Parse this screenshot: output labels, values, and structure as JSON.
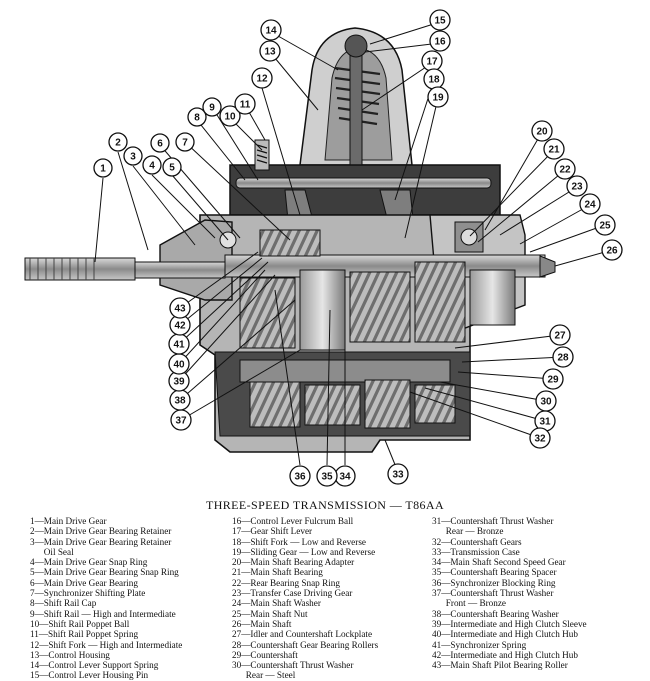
{
  "caption": "THREE-SPEED TRANSMISSION — T86AA",
  "legend": [
    [
      "1—Main Drive Gear",
      "2—Main Drive Gear Bearing Retainer",
      "3—Main Drive Gear Bearing Retainer\n      Oil Seal",
      "4—Main Drive Gear Snap Ring",
      "5—Main Drive Gear Bearing Snap Ring",
      "6—Main Drive Gear Bearing",
      "7—Synchronizer Shifting Plate",
      "8—Shift Rail Cap",
      "9—Shift Rail — High and Intermediate",
      "10—Shift Rail Poppet Ball",
      "11—Shift Rail Poppet Spring",
      "12—Shift Fork — High and Intermediate",
      "13—Control Housing",
      "14—Control Lever Support Spring",
      "15—Control Lever Housing Pin"
    ],
    [
      "16—Control Lever Fulcrum Ball",
      "17—Gear Shift Lever",
      "18—Shift Fork — Low and Reverse",
      "19—Sliding Gear — Low and Reverse",
      "20—Main Shaft Bearing Adapter",
      "21—Main Shaft Bearing",
      "22—Rear Bearing Snap Ring",
      "23—Transfer Case Driving Gear",
      "24—Main Shaft Washer",
      "25—Main Shaft Nut",
      "26—Main Shaft",
      "27—Idler and Countershaft Lockplate",
      "28—Countershaft Gear Bearing Rollers",
      "29—Countershaft",
      "30—Countershaft Thrust Washer\n      Rear — Steel"
    ],
    [
      "31—Countershaft Thrust Washer\n      Rear — Bronze",
      "32—Countershaft Gears",
      "33—Transmission Case",
      "34—Main Shaft Second Speed Gear",
      "35—Countershaft Bearing Spacer",
      "36—Synchronizer Blocking Ring",
      "37—Countershaft Thrust Washer\n      Front — Bronze",
      "38—Countershaft Bearing Washer",
      "39—Intermediate and High Clutch Sleeve",
      "40—Intermediate and High Clutch Hub",
      "41—Synchronizer Spring",
      "42—Intermediate and High Clutch Hub",
      "43—Main Shaft Pilot Bearing Roller"
    ]
  ],
  "callouts": [
    "1",
    "2",
    "3",
    "4",
    "5",
    "6",
    "7",
    "8",
    "9",
    "10",
    "11",
    "12",
    "13",
    "14",
    "15",
    "16",
    "17",
    "18",
    "19",
    "20",
    "21",
    "22",
    "23",
    "24",
    "25",
    "26",
    "27",
    "28",
    "29",
    "30",
    "31",
    "32",
    "33",
    "34",
    "35",
    "36",
    "37",
    "38",
    "39",
    "40",
    "41",
    "42",
    "43"
  ]
}
